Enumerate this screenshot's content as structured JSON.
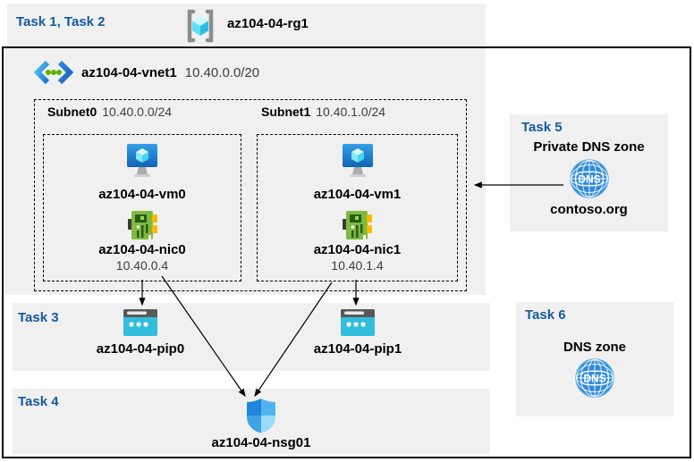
{
  "colors": {
    "task_label_blue": "#155a9e",
    "panel_gray": "#f0f0f0",
    "border_black": "#000000",
    "azure_blue": "#2e8ad6",
    "nic_green": "#7fba3f",
    "pip_cyan": "#32bedd"
  },
  "header": {
    "tasks_label": "Task 1, Task 2",
    "resource_group": "az104-04-rg1"
  },
  "vnet": {
    "name": "az104-04-vnet1",
    "cidr": "10.40.0.0/20",
    "subnets": [
      {
        "name": "Subnet0",
        "cidr": "10.40.0.0/24",
        "vm": "az104-04-vm0",
        "nic": "az104-04-nic0",
        "nic_ip": "10.40.0.4"
      },
      {
        "name": "Subnet1",
        "cidr": "10.40.1.0/24",
        "vm": "az104-04-vm1",
        "nic": "az104-04-nic1",
        "nic_ip": "10.40.1.4"
      }
    ]
  },
  "task3": {
    "label": "Task 3",
    "pip0": "az104-04-pip0",
    "pip1": "az104-04-pip1"
  },
  "task4": {
    "label": "Task 4",
    "nsg": "az104-04-nsg01"
  },
  "task5": {
    "label": "Task 5",
    "title": "Private DNS zone",
    "zone": "contoso.org",
    "dns_icon_text": "DNS"
  },
  "task6": {
    "label": "Task 6",
    "title": "DNS zone",
    "dns_icon_text": "DNS"
  }
}
